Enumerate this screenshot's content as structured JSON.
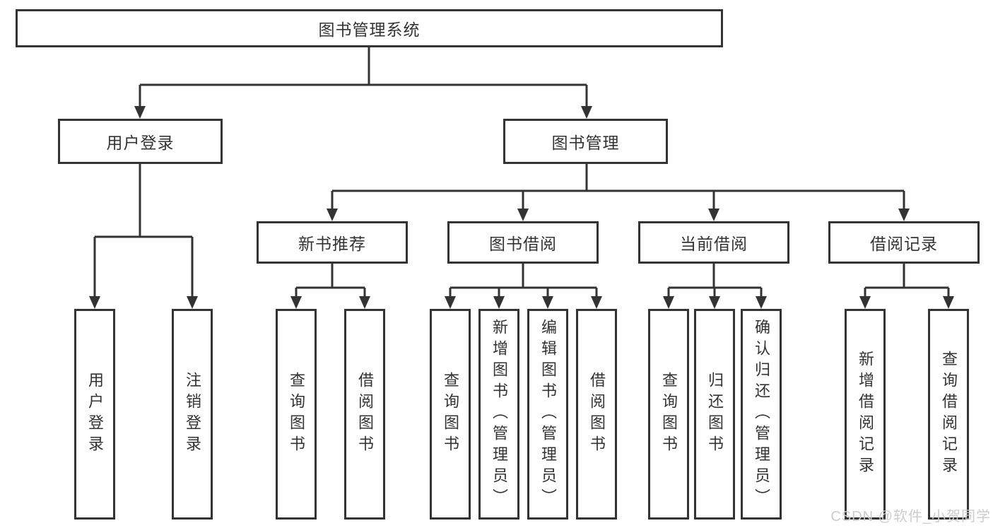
{
  "title": "图书管理系统",
  "tree": {
    "root": "图书管理系统",
    "children": [
      {
        "label": "用户登录",
        "children": [
          "用户登录",
          "注销登录"
        ]
      },
      {
        "label": "图书管理",
        "children": [
          {
            "label": "新书推荐",
            "children": [
              "查询图书",
              "借阅图书"
            ]
          },
          {
            "label": "图书借阅",
            "children": [
              "查询图书",
              "新增图书（管理员）",
              "编辑图书（管理员）",
              "借阅图书"
            ]
          },
          {
            "label": "当前借阅",
            "children": [
              "查询图书",
              "归还图书",
              "确认归还（管理员）"
            ]
          },
          {
            "label": "借阅记录",
            "children": [
              "新增借阅记录",
              "查询借阅记录"
            ]
          }
        ]
      }
    ]
  },
  "watermark": "CSDN @软件_小贺同学",
  "colors": {
    "line": "#333333",
    "text": "#333333",
    "background": "#ffffff",
    "watermark": "#cccccc"
  }
}
